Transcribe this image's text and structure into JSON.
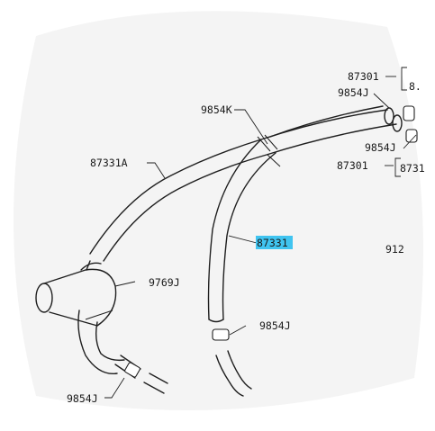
{
  "diagram": {
    "background_tint": "#f4f4f4",
    "highlight_color": "#40c4f0",
    "labels": {
      "part_87301_top": "87301",
      "part_87301_top_suffix": "8.",
      "part_9854J_top_right": "9854J",
      "part_9854K": "9854K",
      "part_87331A": "87331A",
      "part_9854J_right": "9854J",
      "part_87301_mid": "87301",
      "part_87301_mid_suffix": "8731",
      "part_87331_highlight": "87331",
      "part_912": "912",
      "part_9769J": "9769J",
      "part_9854J_middle": "9854J",
      "part_9854J_bottom": "9854J"
    }
  }
}
